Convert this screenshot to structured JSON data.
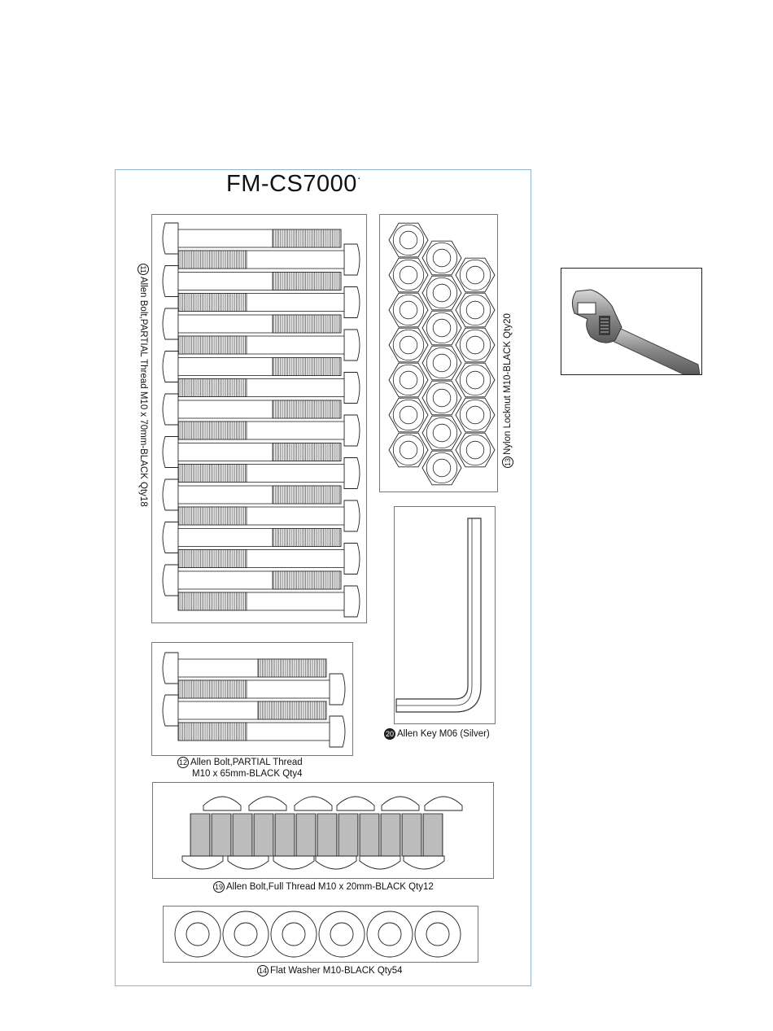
{
  "title": "FM-CS7000",
  "title_suffix": "·",
  "parts": {
    "p11": {
      "number": "11",
      "label": "Allen Bolt,PARTIAL Thread M10 x 70mm-BLACK   Qty18"
    },
    "p13": {
      "number": "13",
      "label": "Nylon Locknut M10-BLACK  Qty20"
    },
    "p20": {
      "number": "20",
      "label": "Allen Key M06 (Silver)"
    },
    "p12": {
      "number": "12",
      "label_line1": "Allen Bolt,PARTIAL Thread",
      "label_line2": "M10 x 65mm-BLACK   Qty4"
    },
    "p19": {
      "number": "19",
      "label": "Allen Bolt,Full Thread  M10 x 20mm-BLACK   Qty12"
    },
    "p14": {
      "number": "14",
      "label": "Flat Washer M10-BLACK  Qty54"
    }
  }
}
